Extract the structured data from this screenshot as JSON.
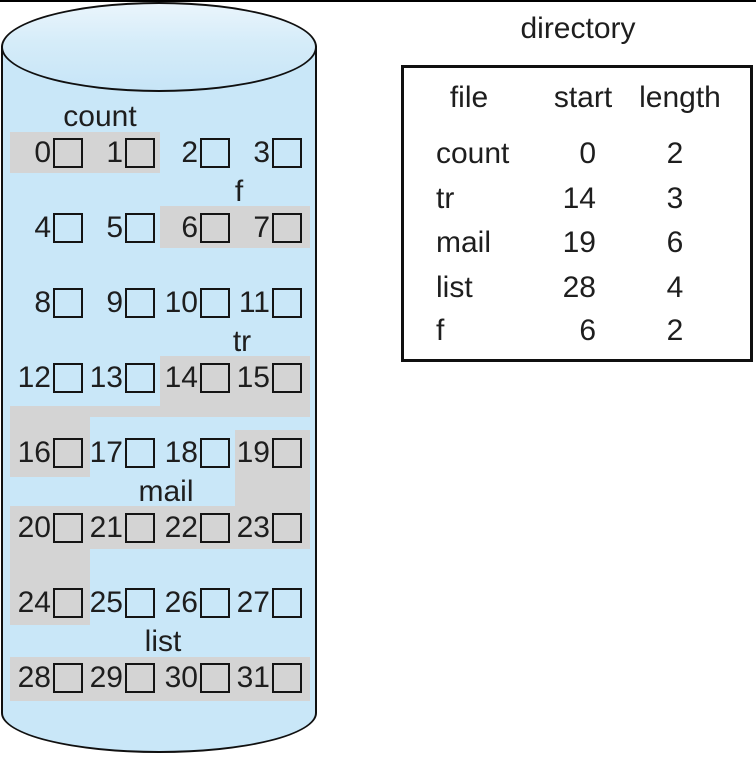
{
  "disk": {
    "blocks": [
      {
        "num": "0",
        "allocated": true
      },
      {
        "num": "1",
        "allocated": true
      },
      {
        "num": "2",
        "allocated": false
      },
      {
        "num": "3",
        "allocated": false
      },
      {
        "num": "4",
        "allocated": false
      },
      {
        "num": "5",
        "allocated": false
      },
      {
        "num": "6",
        "allocated": true
      },
      {
        "num": "7",
        "allocated": true
      },
      {
        "num": "8",
        "allocated": false
      },
      {
        "num": "9",
        "allocated": false
      },
      {
        "num": "10",
        "allocated": false
      },
      {
        "num": "11",
        "allocated": false
      },
      {
        "num": "12",
        "allocated": false
      },
      {
        "num": "13",
        "allocated": false
      },
      {
        "num": "14",
        "allocated": true
      },
      {
        "num": "15",
        "allocated": true
      },
      {
        "num": "16",
        "allocated": true
      },
      {
        "num": "17",
        "allocated": false
      },
      {
        "num": "18",
        "allocated": false
      },
      {
        "num": "19",
        "allocated": true
      },
      {
        "num": "20",
        "allocated": true
      },
      {
        "num": "21",
        "allocated": true
      },
      {
        "num": "22",
        "allocated": true
      },
      {
        "num": "23",
        "allocated": true
      },
      {
        "num": "24",
        "allocated": true
      },
      {
        "num": "25",
        "allocated": false
      },
      {
        "num": "26",
        "allocated": false
      },
      {
        "num": "27",
        "allocated": false
      },
      {
        "num": "28",
        "allocated": true
      },
      {
        "num": "29",
        "allocated": true
      },
      {
        "num": "30",
        "allocated": true
      },
      {
        "num": "31",
        "allocated": true
      }
    ],
    "labels": [
      {
        "file": "count"
      },
      {
        "file": "f"
      },
      {
        "file": "tr"
      },
      {
        "file": "mail"
      },
      {
        "file": "list"
      }
    ]
  },
  "directory": {
    "title": "directory",
    "headers": {
      "file": "file",
      "start": "start",
      "length": "length"
    },
    "rows": [
      {
        "file": "count",
        "start": "0",
        "length": "2"
      },
      {
        "file": "tr",
        "start": "14",
        "length": "3"
      },
      {
        "file": "mail",
        "start": "19",
        "length": "6"
      },
      {
        "file": "list",
        "start": "28",
        "length": "4"
      },
      {
        "file": "f",
        "start": "6",
        "length": "2"
      }
    ]
  },
  "colors": {
    "disk_fill": "#c9e7f8",
    "disk_top_light": "#eaf5fc",
    "highlight": "#d4d4d4",
    "line": "#101010",
    "text": "#1e1e1e"
  }
}
